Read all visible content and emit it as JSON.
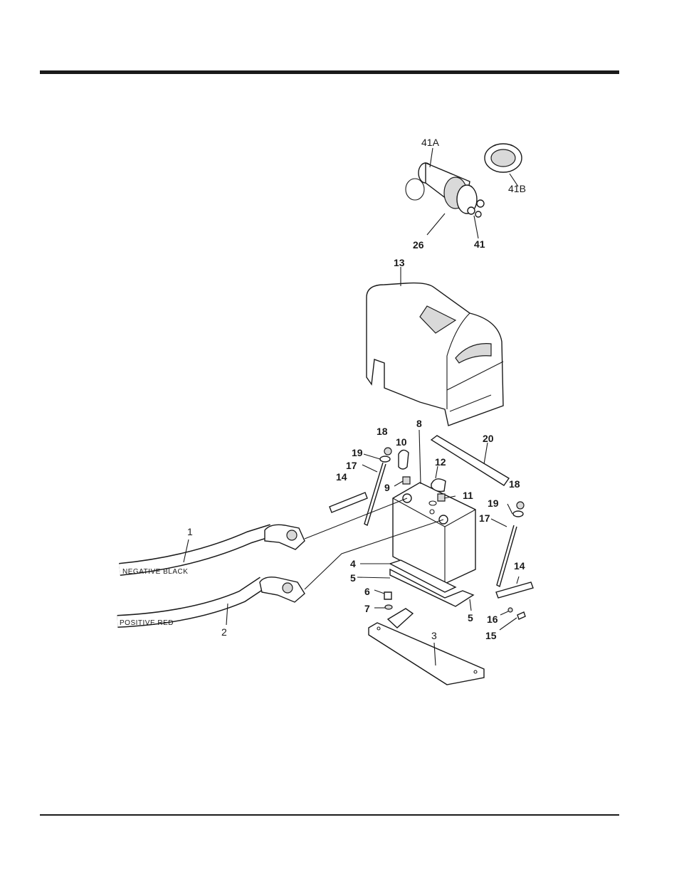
{
  "callouts": {
    "c41A": "41A",
    "c41B": "41B",
    "c26": "26",
    "c41": "41",
    "c13": "13",
    "c8": "8",
    "c18a": "18",
    "c19a": "19",
    "c17a": "17",
    "c14a": "14",
    "c10": "10",
    "c9": "9",
    "c12": "12",
    "c20": "20",
    "c11": "11",
    "c18b": "18",
    "c19b": "19",
    "c17b": "17",
    "c1": "1",
    "c2": "2",
    "c4": "4",
    "c5a": "5",
    "c6": "6",
    "c7": "7",
    "c5b": "5",
    "c14b": "14",
    "c16": "16",
    "c15": "15",
    "c3": "3"
  },
  "cables": {
    "negative": "NEGATIVE  BLACK",
    "positive": "POSITIVE   RED"
  }
}
